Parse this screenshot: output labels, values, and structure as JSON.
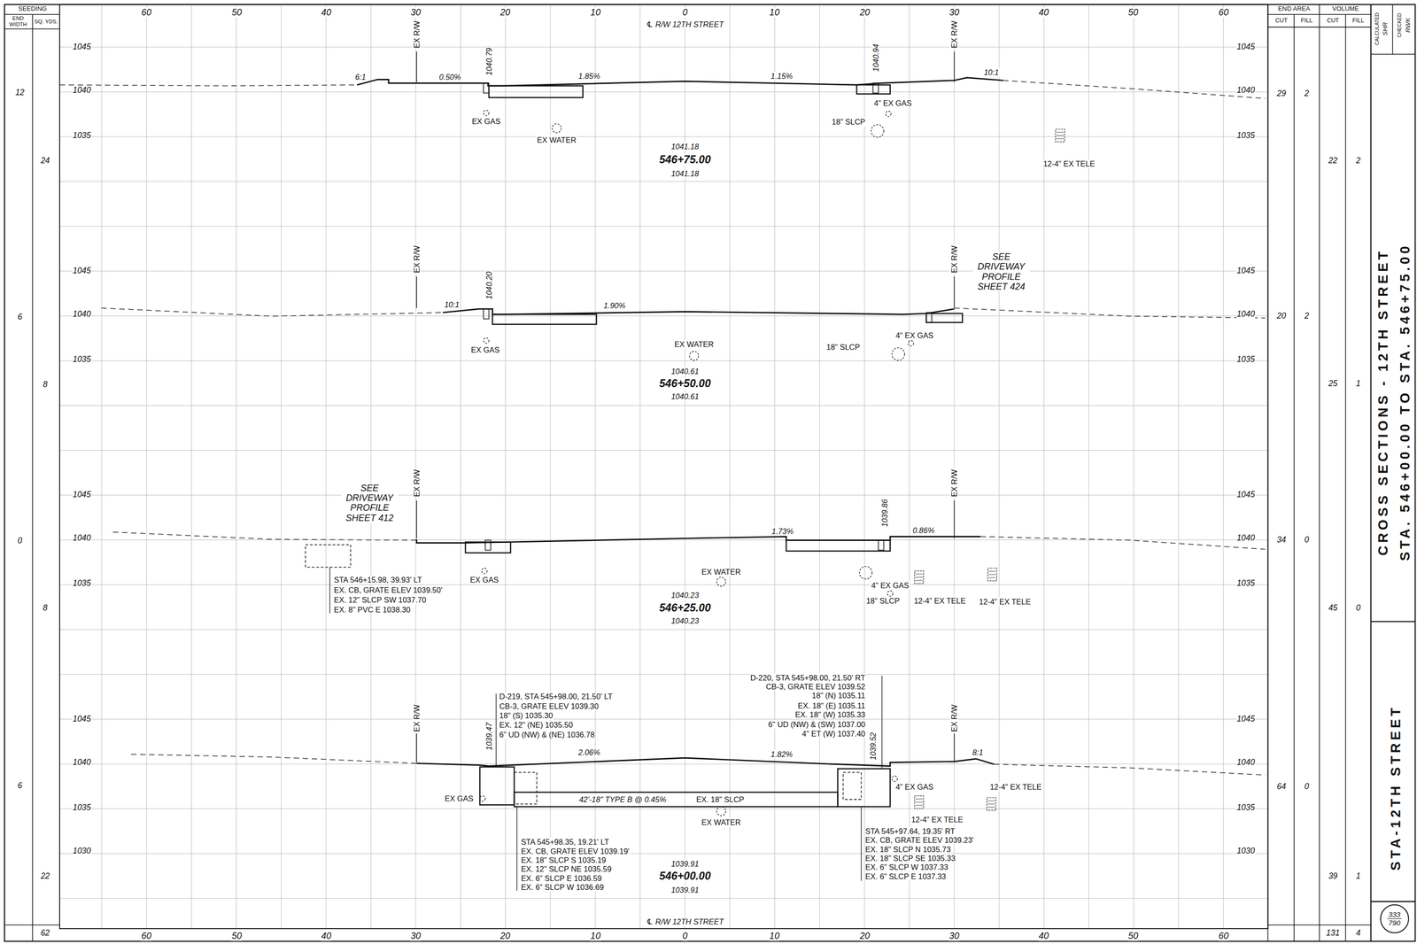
{
  "diagram": {
    "nodes": [
      {
        "text": [
          "333",
          "790"
        ]
      }
    ],
    "labels": [
      "60",
      "50",
      "40",
      "30",
      "20",
      "10",
      "0",
      "10",
      "20",
      "30",
      "40",
      "50",
      "60",
      "60",
      "50",
      "40",
      "30",
      "20",
      "10",
      "0",
      "10",
      "20",
      "30",
      "40",
      "50",
      "60",
      "℄ R/W 12TH STREET",
      "℄ R/W 12TH STREET",
      "1045",
      "1045",
      "1040",
      "1040",
      "1035",
      "1035",
      "1045",
      "1045",
      "1040",
      "1040",
      "1035",
      "1035",
      "1045",
      "1045",
      "1040",
      "1040",
      "1035",
      "1035",
      "1045",
      "1045",
      "1040",
      "1040",
      "1035",
      "1035",
      "1030",
      "1030",
      "SEEDING",
      "END WIDTH",
      "SQ. YDS.",
      "12",
      "24",
      "6",
      "8",
      "0",
      "8",
      "6",
      "22",
      "62",
      "END AREA",
      "VOLUME",
      "CUT",
      "FILL",
      "CUT",
      "FILL",
      "29",
      "2",
      "22",
      "2",
      "20",
      "2",
      "25",
      "1",
      "34",
      "0",
      "45",
      "0",
      "64",
      "0",
      "39",
      "1",
      "131",
      "4",
      "CALCULATED",
      "SHR",
      "CHECKED",
      "RWK",
      "CROSS SECTIONS - 12TH STREET",
      "STA. 546+00.00 TO STA. 546+75.00",
      "STA-12TH STREET",
      "EX R/W",
      "EX R/W",
      "1040.79",
      "1040.94",
      "6:1",
      "0.50%",
      "1.85%",
      "1.15%",
      "10:1",
      "EX GAS",
      "EX WATER",
      "4\" EX GAS",
      "18\" SLCP",
      "1041.18",
      "546+75.00",
      "1041.18",
      "12-4\" EX TELE",
      "EX R/W",
      "EX R/W",
      "1040.20",
      "10:1",
      "1.90%",
      "SEE DRIVEWAY PROFILE SHEET 424",
      "EX GAS",
      "EX WATER",
      "4\" EX GAS",
      "18\" SLCP",
      "1040.61",
      "546+50.00",
      "1040.61",
      "SEE DRIVEWAY PROFILE SHEET 412",
      "EX R/W",
      "EX R/W",
      "1039.86",
      "1.73%",
      "0.86%",
      "STA 546+15.98, 39.93' LT",
      "EX. CB, GRATE ELEV 1039.50'",
      "EX. 12\" SLCP SW 1037.70",
      "EX. 8\" PVC E 1038.30",
      "EX GAS",
      "EX WATER",
      "4\" EX GAS",
      "18\" SLCP",
      "12-4\" EX TELE",
      "12-4\" EX TELE",
      "1040.23",
      "546+25.00",
      "1040.23",
      "EX R/W",
      "EX R/W",
      "D-219, STA 545+98.00, 21.50' LT",
      "CB-3, GRATE ELEV 1039.30",
      "18\" (S) 1035.30",
      "EX. 12\" (NE) 1035.50",
      "6\" UD (NW) & (NE) 1036.78",
      "D-220, STA 545+98.00, 21.50' RT",
      "CB-3, GRATE ELEV 1039.52",
      "18\" (N) 1035.11",
      "EX. 18\" (E) 1035.11",
      "EX. 18\" (W) 1035.33",
      "6\" UD (NW) & (SW) 1037.00",
      "4\" ET (W) 1037.40",
      "1039.47",
      "1039.52",
      "2.06%",
      "1.82%",
      "8:1",
      "EX GAS",
      "42'-18\" TYPE B @ 0.45%",
      "EX. 18\" SLCP",
      "EX WATER",
      "4\" EX GAS",
      "12-4\" EX TELE",
      "12-4\" EX TELE",
      "STA 545+98.35, 19.21' LT",
      "EX. CB, GRATE ELEV 1039.19'",
      "EX. 18\" SLCP S 1035.19",
      "EX. 12\" SLCP NE 1035.59",
      "EX. 6\" SLCP E 1036.59",
      "EX. 6\" SLCP W 1036.69",
      "STA 545+97.64, 19.35' RT",
      "EX. CB, GRATE ELEV 1039.23'",
      "EX. 18\" SLCP N 1035.73",
      "EX. 18\" SLCP SE 1035.33",
      "EX. 6\" SLCP W 1037.33",
      "EX. 6\" SLCP E 1037.33",
      "1039.91",
      "546+00.00",
      "1039.91"
    ]
  }
}
